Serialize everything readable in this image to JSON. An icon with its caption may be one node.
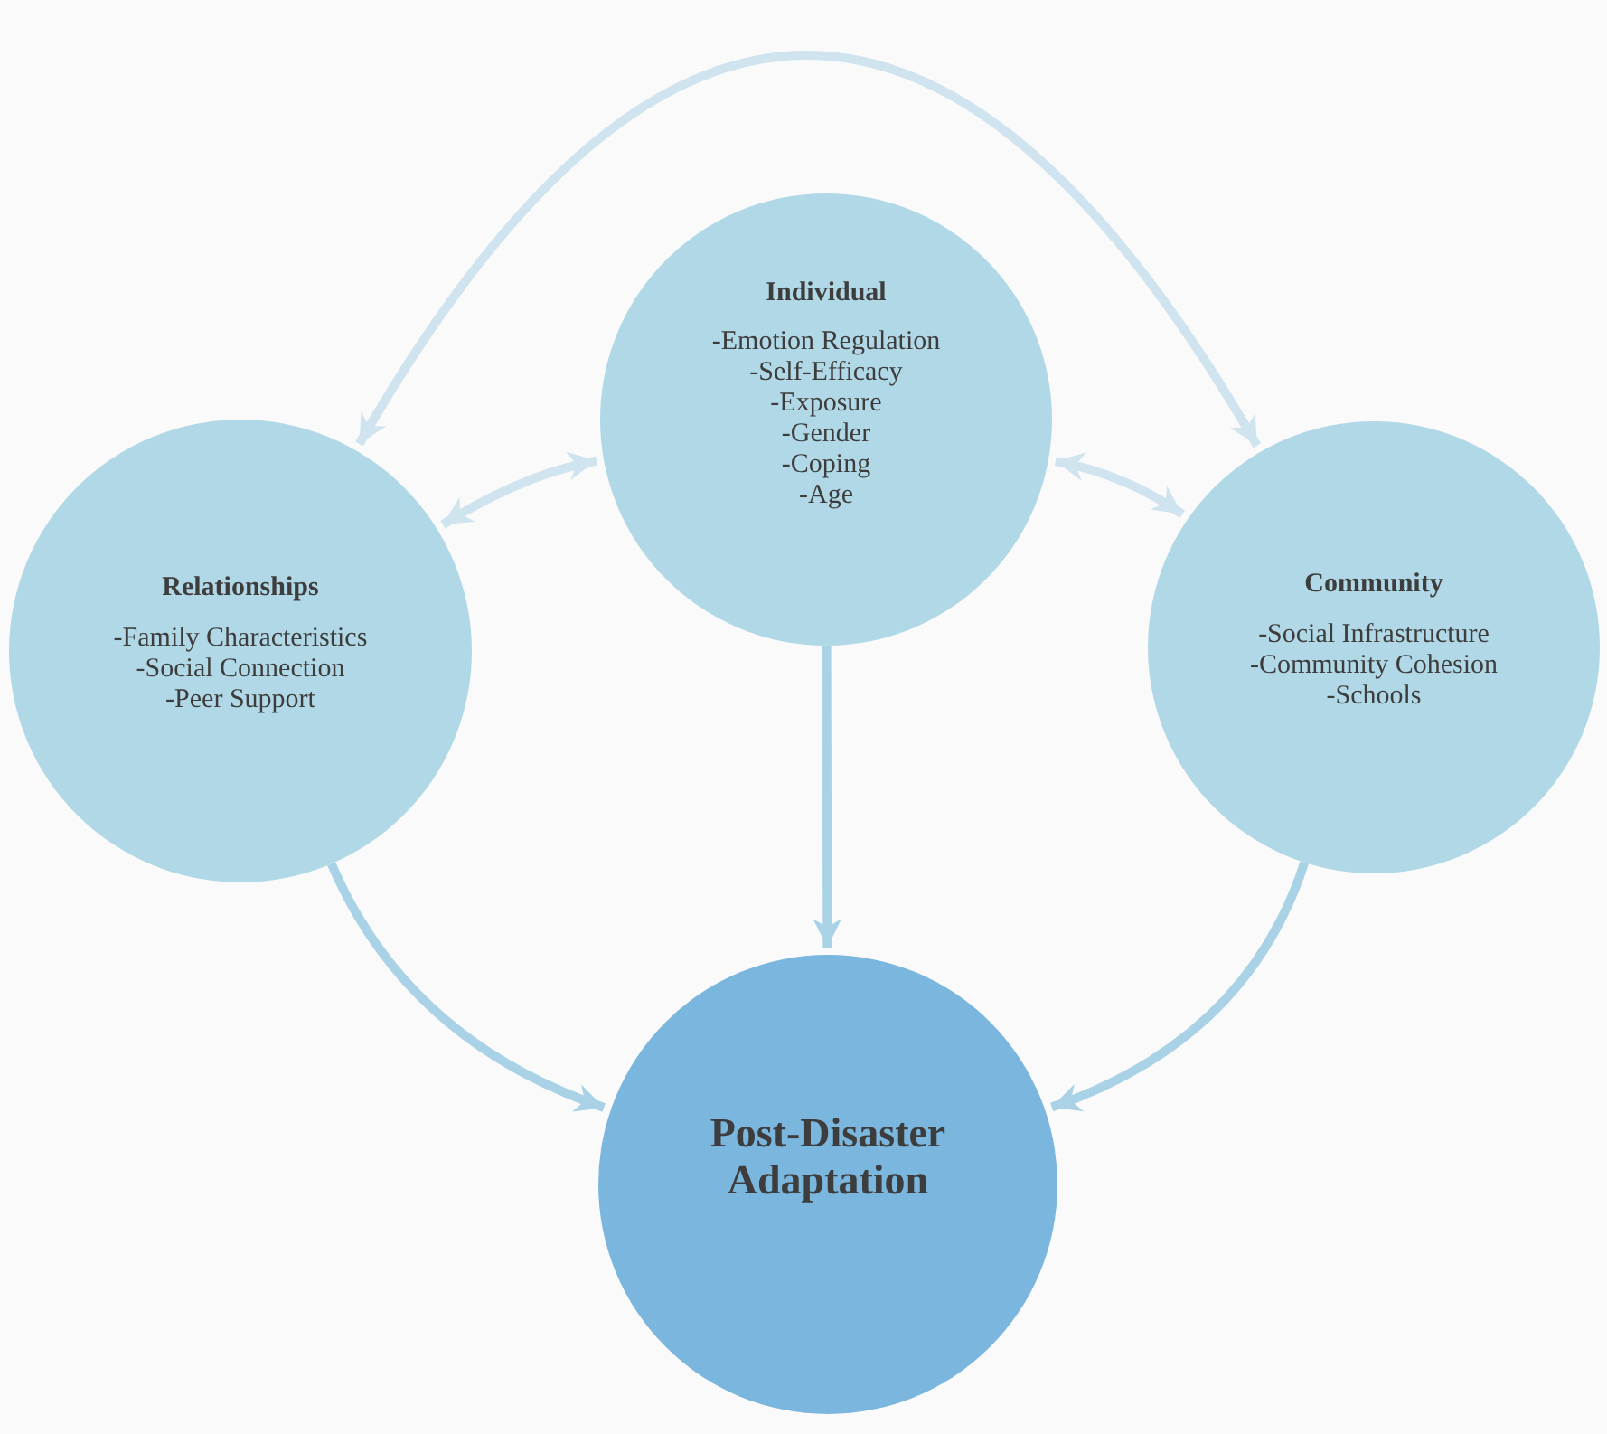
{
  "diagram": {
    "nodes": [
      {
        "text": [
          "Individual",
          "-Emotion Regulation",
          "-Self-Efficacy",
          "-Exposure",
          "-Gender",
          "-Coping",
          "-Age"
        ]
      },
      {
        "text": [
          "Relationships",
          "-Family Characteristics",
          "-Social Connection",
          "-Peer Support"
        ]
      },
      {
        "text": [
          "Community",
          "-Social Infrastructure",
          "-Community Cohesion",
          "-Schools"
        ]
      },
      {
        "text": [
          "Post-Disaster Adaptation"
        ]
      }
    ],
    "edges": [
      {
        "from": 1,
        "to": 2,
        "arrow": "both"
      },
      {
        "from": 0,
        "to": 1,
        "arrow": "both"
      },
      {
        "from": 0,
        "to": 2,
        "arrow": "both"
      },
      {
        "from": 0,
        "to": 3,
        "arrow": "to"
      },
      {
        "from": 1,
        "to": 3,
        "arrow": "to"
      },
      {
        "from": 2,
        "to": 3,
        "arrow": "to"
      }
    ]
  }
}
